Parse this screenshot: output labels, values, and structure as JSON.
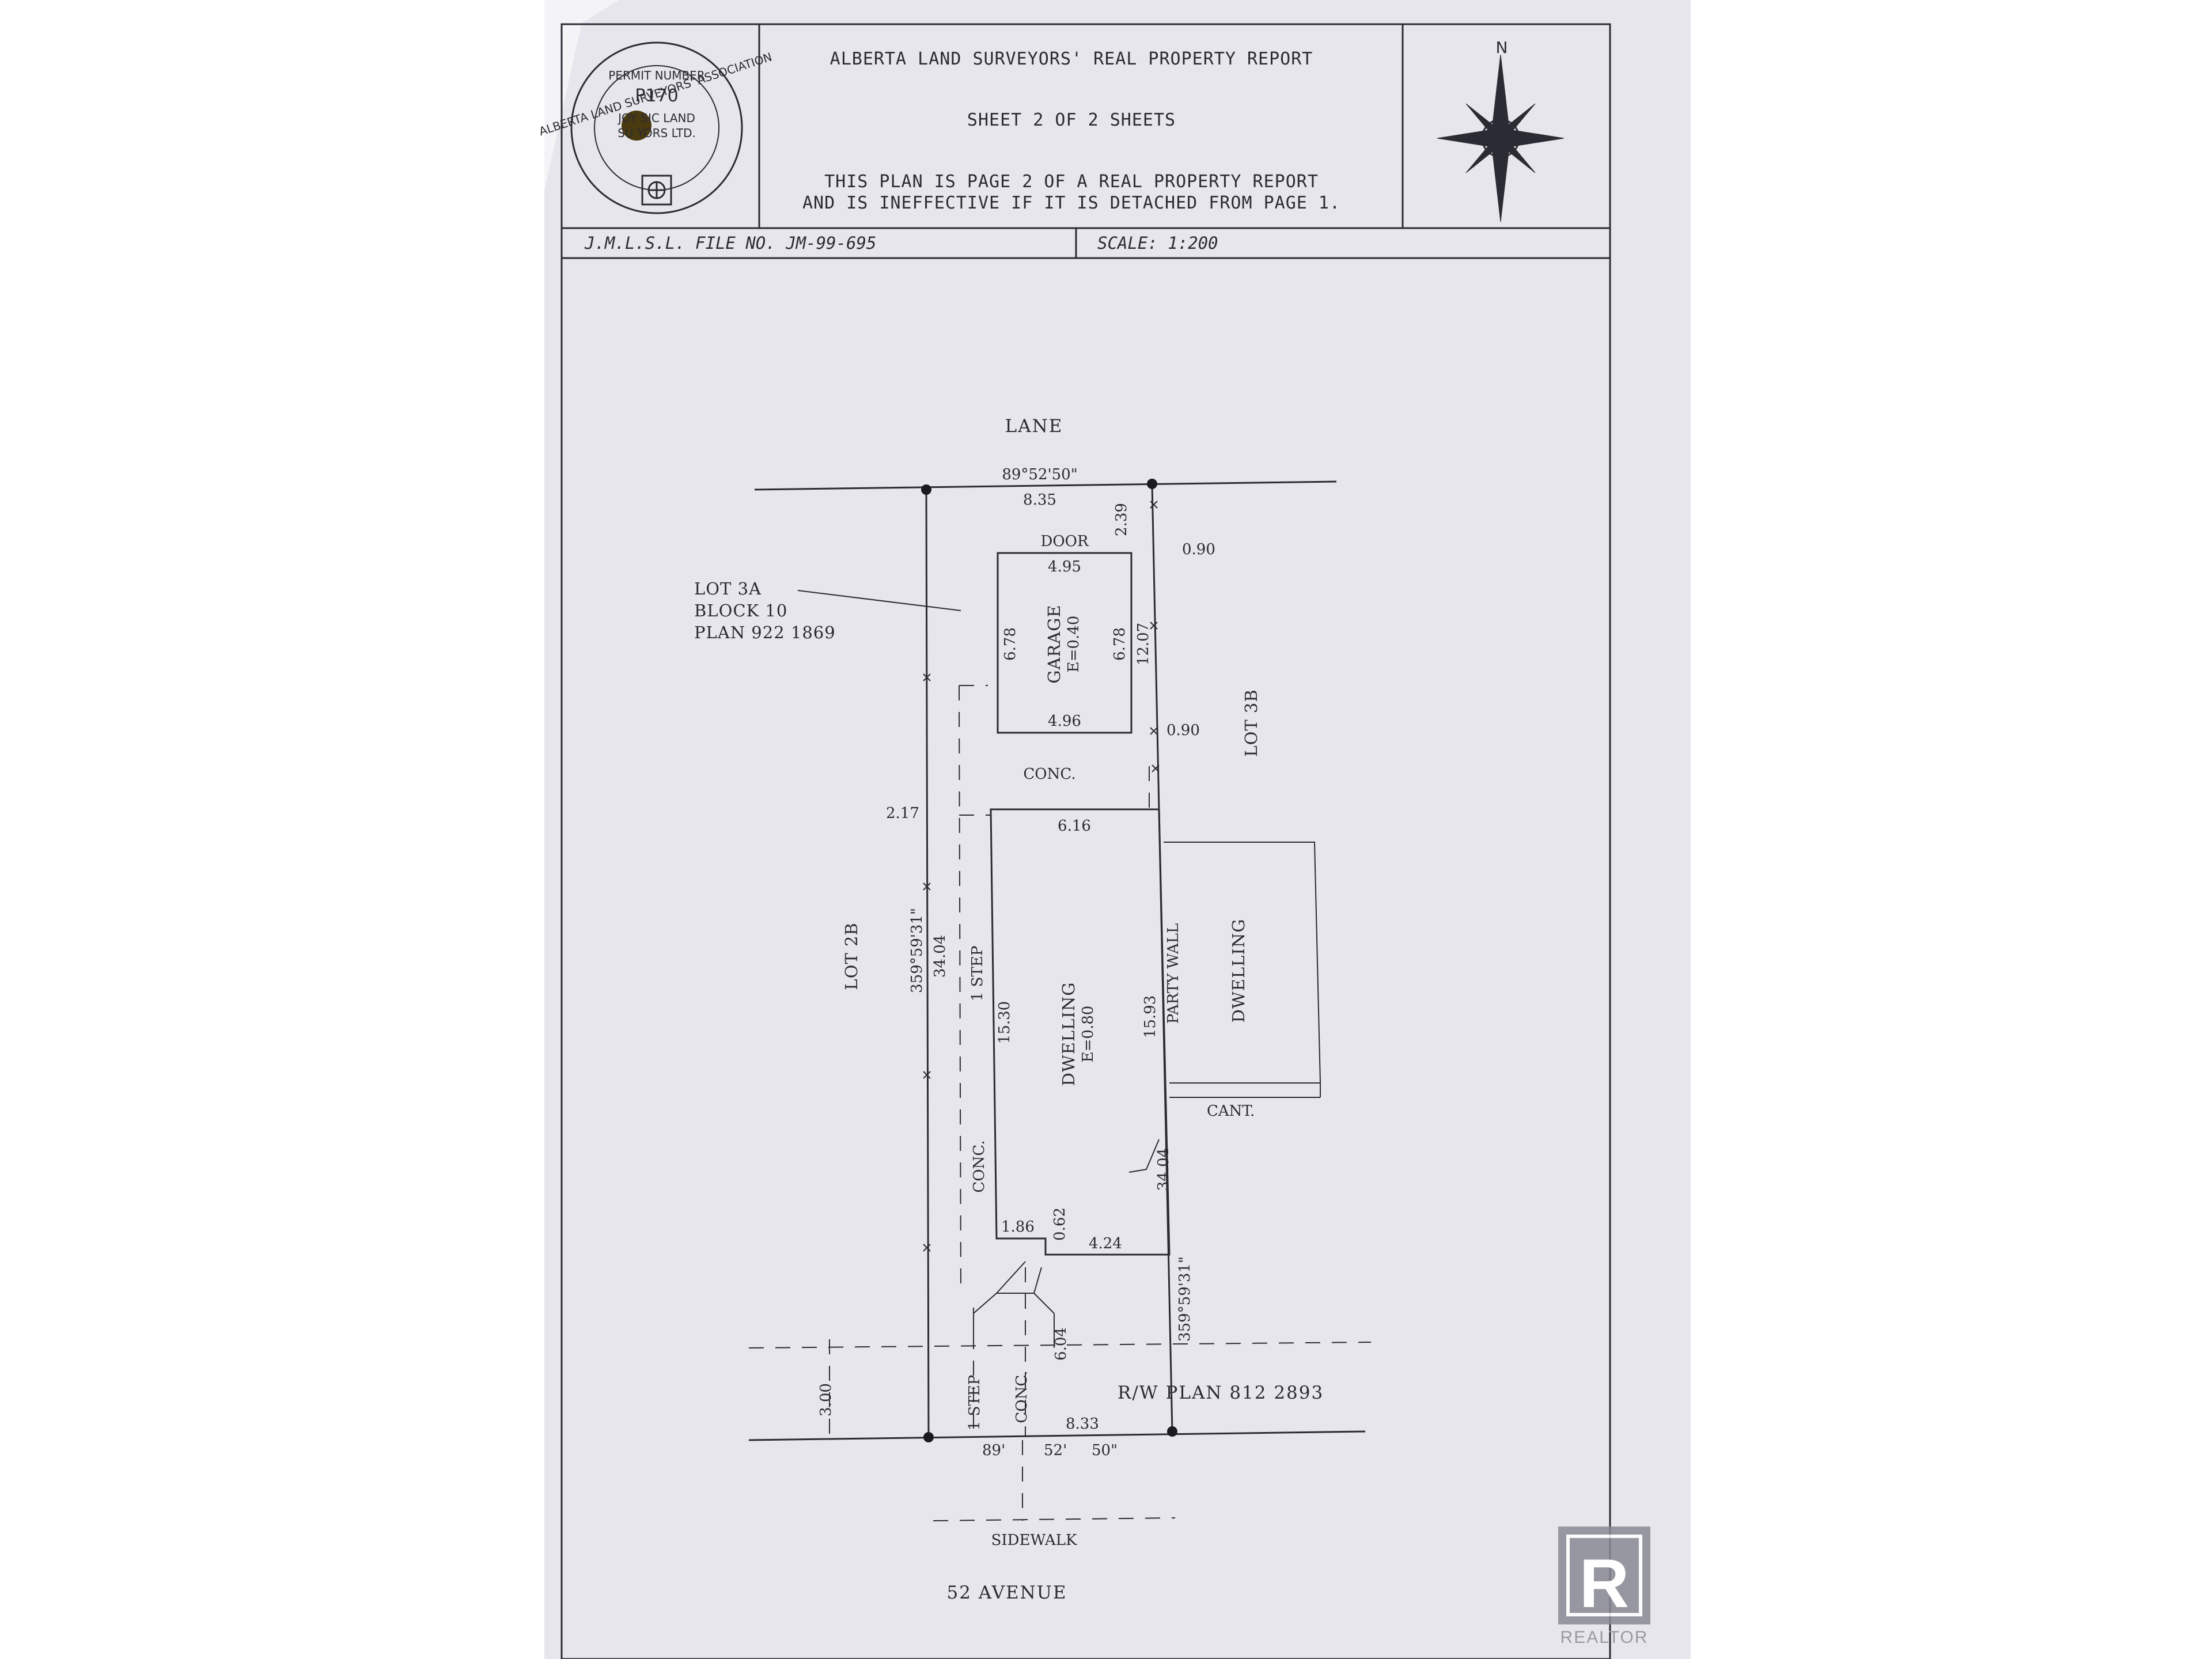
{
  "header": {
    "title": "ALBERTA LAND SURVEYORS' REAL PROPERTY REPORT",
    "sheet": "SHEET 2 OF 2 SHEETS",
    "note_line1": "THIS PLAN IS PAGE 2 OF A REAL PROPERTY REPORT",
    "note_line2": "AND IS INEFFECTIVE IF IT IS DETACHED FROM PAGE 1.",
    "file_no": "J.M.L.S.L. FILE NO. JM-99-695",
    "scale": "SCALE: 1:200",
    "north": "N"
  },
  "seal": {
    "association": "ALBERTA LAND SURVEYORS' ASSOCIATION",
    "permit_label": "PERMIT NUMBER",
    "permit_no": "P170",
    "company_line1": "JOY  SIC LAND",
    "company_line2": "SU  YORS LTD."
  },
  "plan": {
    "lane": "LANE",
    "bearing_top": "89°52'50\"",
    "width_top": "8.35",
    "dist_top_garage": "2.39",
    "door": "DOOR",
    "offset_garage_top": "0.90",
    "lot_label_l1": "LOT 3A",
    "lot_label_l2": "BLOCK 10",
    "lot_label_l3": "PLAN 922 1869",
    "garage_width_top": "4.95",
    "garage_left": "6.78",
    "garage_label": "GARAGE",
    "garage_elev": "E=0.40",
    "garage_right": "6.78",
    "dist_garage_side": "12.07",
    "garage_width_bottom": "4.96",
    "offset_garage_bottom": "0.90",
    "lot_3b": "LOT 3B",
    "conc_mid": "CONC.",
    "dist_217": "2.17",
    "dwelling_width_top": "6.16",
    "lot_2b": "LOT 2B",
    "bearing_left": "359°59'31\"",
    "depth_left": "34.04",
    "step_mid": "1 STEP",
    "dwelling_left": "15.30",
    "dwelling_label": "DWELLING",
    "dwelling_elev": "E=0.80",
    "dwelling_right": "15.93",
    "party_wall": "PARTY WALL",
    "neighbour_dwelling": "DWELLING",
    "cant": "CANT.",
    "conc_side": "CONC.",
    "depth_right": "34.04",
    "dim_186": "1.86",
    "dim_062": "0.62",
    "dim_424": "4.24",
    "bearing_right": "359°59'31\"",
    "dim_604": "6.04",
    "rw_plan": "R/W PLAN 812 2893",
    "dim_300": "3.00",
    "step_front": "1 STEP",
    "conc_front": "CONC.",
    "width_bottom": "8.33",
    "bearing_bottom_deg": "89'",
    "bearing_bottom_min": "52'",
    "bearing_bottom_sec": "50\"",
    "sidewalk": "SIDEWALK",
    "avenue": "52 AVENUE"
  },
  "watermark": {
    "letter": "R",
    "text": "REALTOR"
  },
  "colors": {
    "paper": "#e7e6ec",
    "ink": "#2b2b33",
    "background": "#ffffff"
  }
}
